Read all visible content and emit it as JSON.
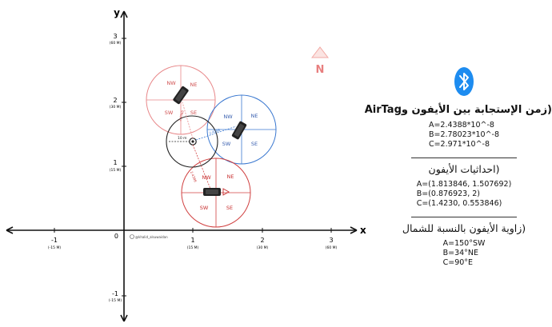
{
  "axes": {
    "x_label": "x",
    "y_label": "y",
    "origin": "0",
    "x_ticks": [
      {
        "value": "-1",
        "unit": "(-15 M)"
      },
      {
        "value": "1",
        "unit": "(15 M)"
      },
      {
        "value": "2",
        "unit": "(30 M)"
      },
      {
        "value": "3",
        "unit": "(60 M)"
      }
    ],
    "y_ticks": [
      {
        "value": "3",
        "unit": "(60 M)"
      },
      {
        "value": "2",
        "unit": "(30 M)"
      },
      {
        "value": "1",
        "unit": "(15 M)"
      },
      {
        "value": "-1",
        "unit": "(-15 M)"
      }
    ],
    "watermark": "@khalid_alsuwaidan"
  },
  "north": {
    "label": "N",
    "color": "#e87f7f"
  },
  "compass": {
    "nw": "NW",
    "ne": "NE",
    "sw": "SW",
    "se": "SE"
  },
  "zones": {
    "a_color": "#e8888a",
    "b_color": "#3a78d0",
    "c_color": "#d04040",
    "center_color": "#222222"
  },
  "measurements": {
    "radius": "10 m",
    "dist_b": "2.4388",
    "dist_a": "2.4388",
    "dist_c": "2.4388"
  },
  "panel": {
    "bluetooth_color": "#1d8cf0",
    "section1": {
      "title": "(زمن الإستجابة بين الأيفون وAirTag",
      "lines": [
        "A=2.4388*10^-8",
        "B=2.78023*10^-8",
        "C=2.971*10^-8"
      ]
    },
    "section2": {
      "title": "(احداثيات الأيفون",
      "lines": [
        "A=(1.813846, 1.507692)",
        "B=(0.876923, 2)",
        "C=(1.4230, 0.553846)"
      ]
    },
    "section3": {
      "title": "(زاوية الأيفون بالنسبة للشمال",
      "lines": [
        "A=150°SW",
        "B=34°NE",
        "C=90°E"
      ]
    }
  }
}
